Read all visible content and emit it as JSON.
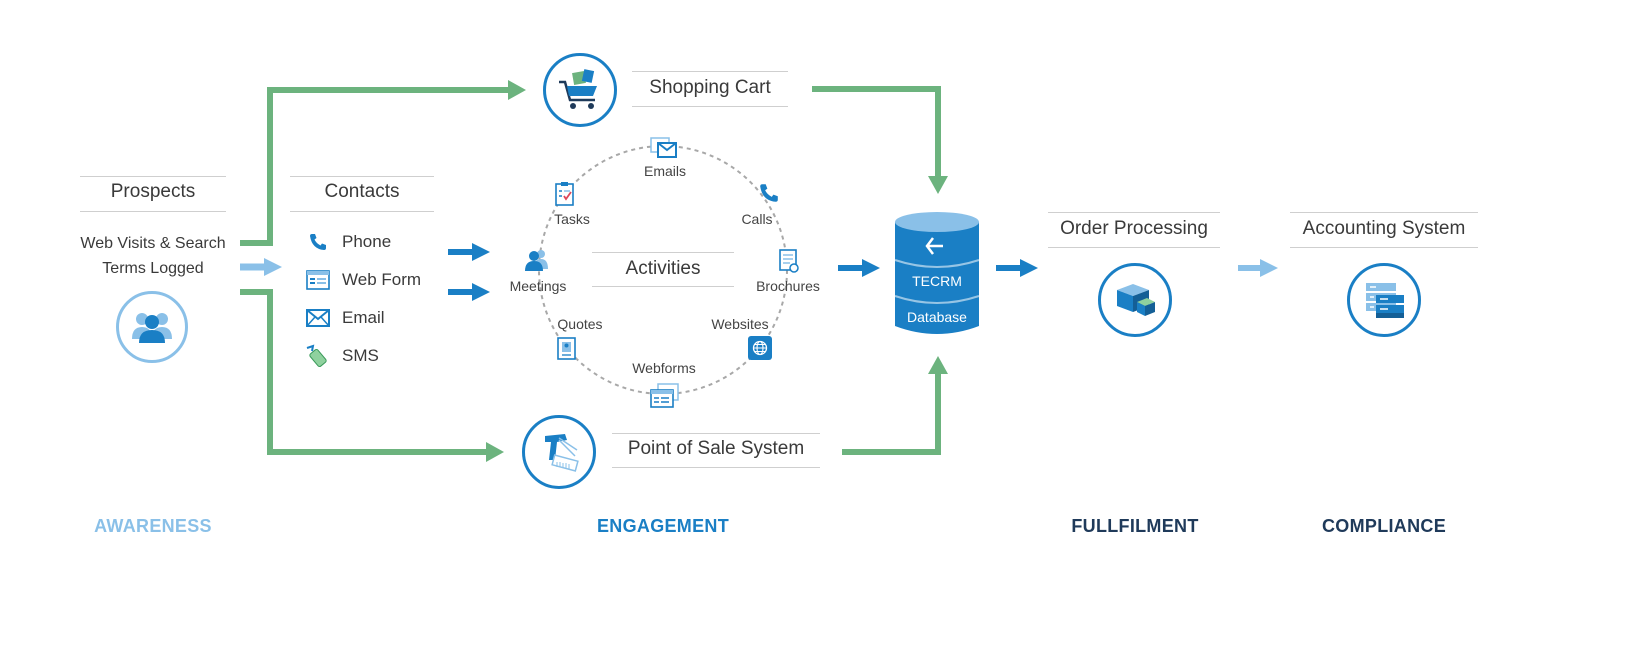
{
  "colors": {
    "green": "#6cb37e",
    "blue": "#1a7fc5",
    "light_blue": "#8ac0e8",
    "dark_navy": "#1f3a5a"
  },
  "awareness": {
    "header": "Prospects",
    "text_line1": "Web Visits & Search",
    "text_line2": "Terms Logged",
    "icon": "people-icon",
    "stage_label": "AWARENESS"
  },
  "contacts": {
    "header": "Contacts",
    "items": [
      {
        "label": "Phone",
        "icon": "phone-icon"
      },
      {
        "label": "Web Form",
        "icon": "web-form-icon"
      },
      {
        "label": "Email",
        "icon": "email-icon"
      },
      {
        "label": "SMS",
        "icon": "sms-icon"
      }
    ]
  },
  "shopping_cart": {
    "label": "Shopping Cart",
    "icon": "shopping-cart-icon"
  },
  "point_of_sale": {
    "label": "Point of Sale System",
    "icon": "barcode-scanner-icon"
  },
  "activities": {
    "center_label": "Activities",
    "items": [
      {
        "label": "Emails",
        "icon": "email-icon"
      },
      {
        "label": "Calls",
        "icon": "phone-icon"
      },
      {
        "label": "Brochures",
        "icon": "brochure-icon"
      },
      {
        "label": "Websites",
        "icon": "globe-icon"
      },
      {
        "label": "Webforms",
        "icon": "webforms-icon"
      },
      {
        "label": "Quotes",
        "icon": "quote-icon"
      },
      {
        "label": "Meetings",
        "icon": "meeting-icon"
      },
      {
        "label": "Tasks",
        "icon": "task-icon"
      }
    ],
    "stage_label": "ENGAGEMENT"
  },
  "database": {
    "line1": "TECRM",
    "line2": "Database",
    "icon": "database-icon"
  },
  "fulfilment": {
    "header": "Order Processing",
    "icon": "boxes-icon",
    "stage_label": "FULLFILMENT"
  },
  "compliance": {
    "header": "Accounting System",
    "icon": "server-icon",
    "stage_label": "COMPLIANCE"
  }
}
